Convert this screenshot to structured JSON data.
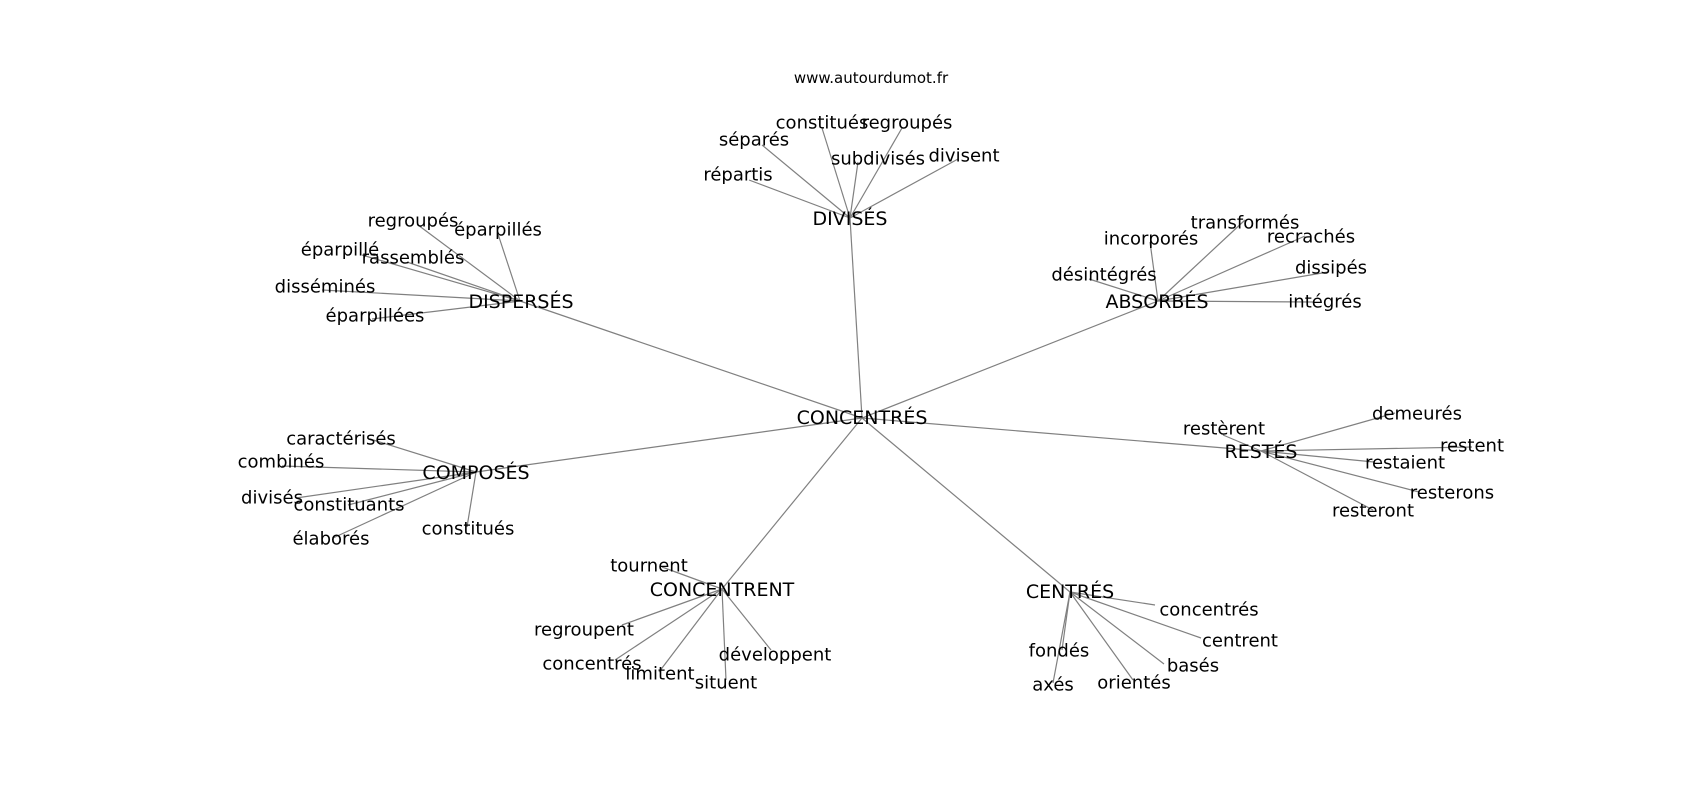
{
  "credit": "www.autourdumot.fr",
  "colors": {
    "edge": "#808080",
    "text": "#000000",
    "background": "#ffffff"
  },
  "graph": {
    "center": "CONCENTRÉS",
    "hubs": [
      {
        "label": "DIVISÉS",
        "words": [
          "constitués",
          "regroupés",
          "séparés",
          "subdivisés",
          "divisent",
          "répartis"
        ]
      },
      {
        "label": "DISPERSÉS",
        "words": [
          "regroupés",
          "éparpillés",
          "éparpillé",
          "rassemblés",
          "disséminés",
          "éparpillées"
        ]
      },
      {
        "label": "ABSORBÉS",
        "words": [
          "transformés",
          "incorporés",
          "recrachés",
          "désintégrés",
          "dissipés",
          "intégrés"
        ]
      },
      {
        "label": "COMPOSÉS",
        "words": [
          "caractérisés",
          "combinés",
          "divisés",
          "constituants",
          "élaborés",
          "constitués"
        ]
      },
      {
        "label": "RESTÉS",
        "words": [
          "restèrent",
          "demeurés",
          "restent",
          "restaient",
          "resterons",
          "resteront"
        ]
      },
      {
        "label": "CONCENTRENT",
        "words": [
          "tournent",
          "regroupent",
          "concentrés",
          "limitent",
          "situent",
          "développent"
        ]
      },
      {
        "label": "CENTRÉS",
        "words": [
          "concentrés",
          "centrent",
          "fondés",
          "basés",
          "axés",
          "orientés"
        ]
      }
    ]
  }
}
